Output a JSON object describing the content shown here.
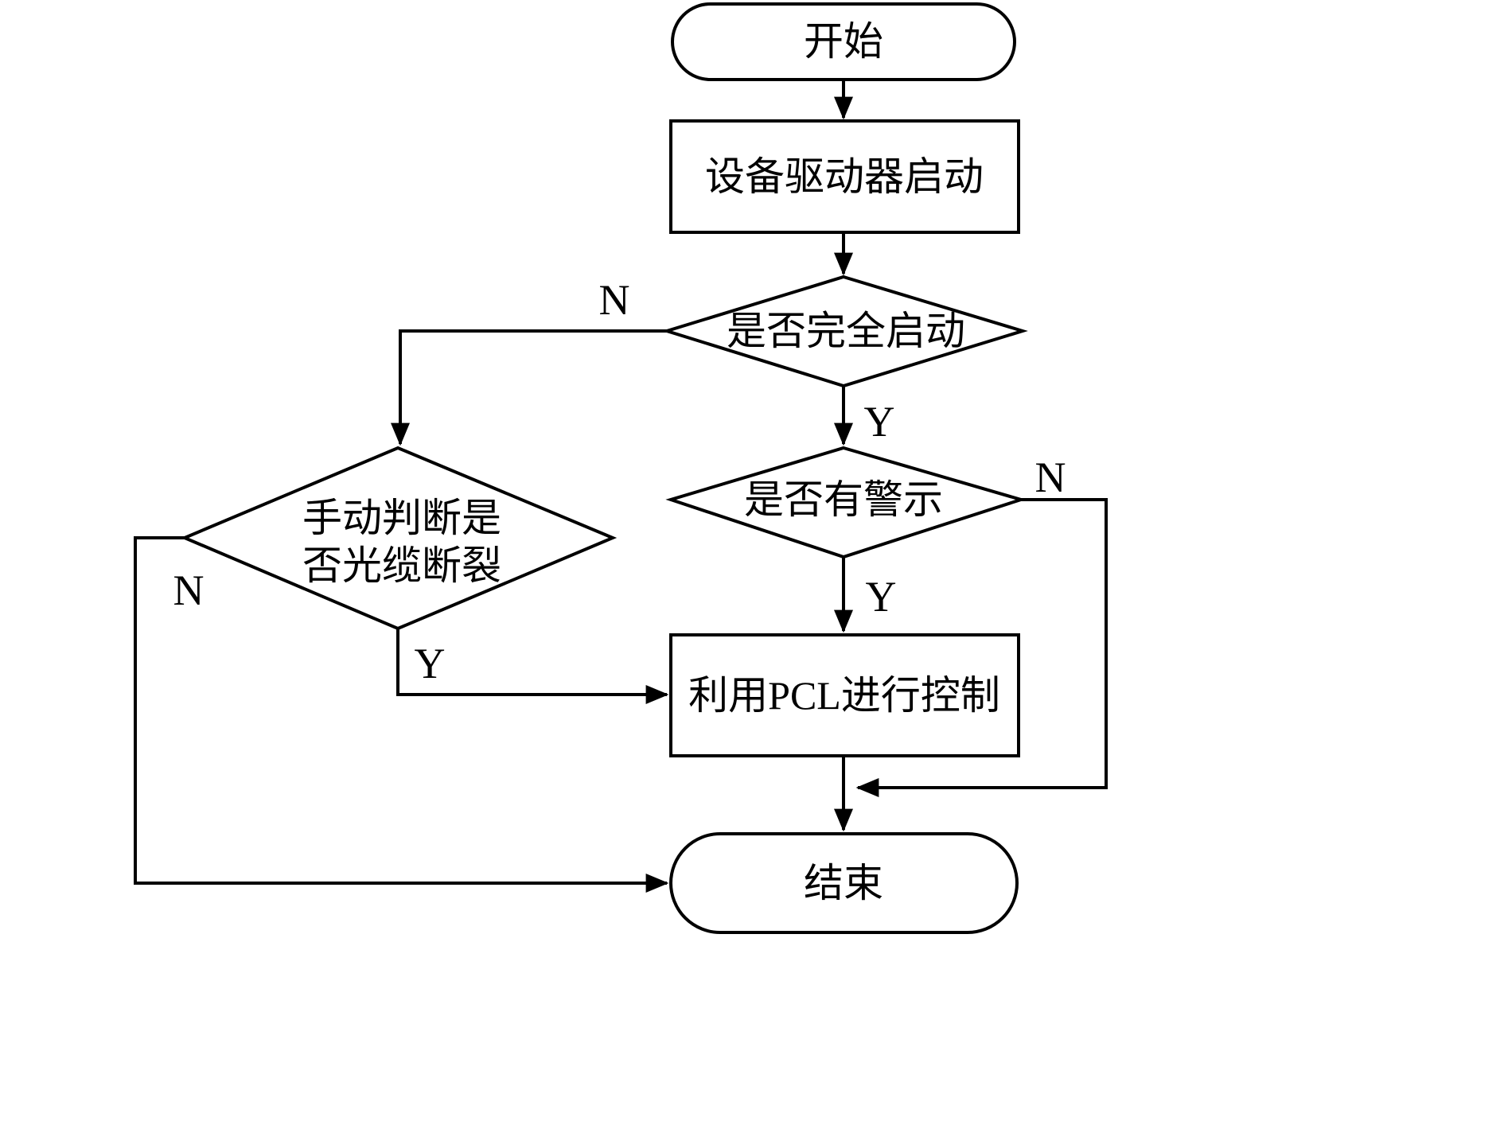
{
  "diagram": {
    "type": "flowchart",
    "background": "#ffffff",
    "stroke_color": "#000000",
    "nodes": {
      "start": {
        "type": "terminator",
        "label": "开始"
      },
      "driver_start": {
        "type": "process",
        "label": "设备驱动器启动"
      },
      "fully_started": {
        "type": "decision",
        "label": "是否完全启动"
      },
      "manual_check": {
        "type": "decision",
        "label_line1": "手动判断是",
        "label_line2": "否光缆断裂"
      },
      "has_warning": {
        "type": "decision",
        "label": "是否有警示"
      },
      "pcl_control": {
        "type": "process",
        "label": "利用PCL进行控制"
      },
      "end": {
        "type": "terminator",
        "label": "结束"
      }
    },
    "edge_labels": {
      "fully_started_no": "N",
      "fully_started_yes": "Y",
      "has_warning_no": "N",
      "has_warning_yes": "Y",
      "manual_check_yes": "Y",
      "manual_check_no": "N"
    }
  }
}
